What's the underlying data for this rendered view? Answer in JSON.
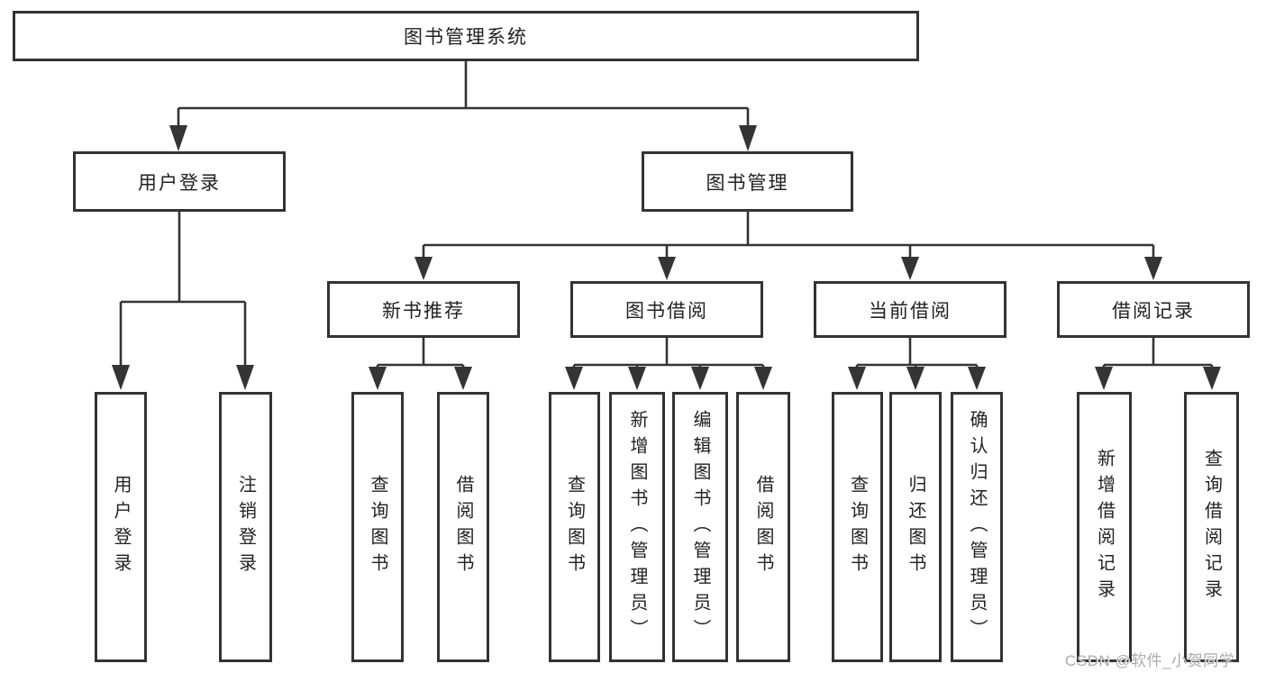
{
  "diagram": {
    "type": "hierarchy-tree",
    "orientation": "top-down",
    "colors": {
      "line": "#343434",
      "box_border": "#333333",
      "box_fill": "#ffffff",
      "text": "#222222",
      "watermark": "#ababab",
      "background": "#ffffff"
    },
    "tree": {
      "root": {
        "label": "图书管理系统",
        "children": [
          {
            "label": "用户登录",
            "children": [
              {
                "label": "用户登录"
              },
              {
                "label": "注销登录"
              }
            ]
          },
          {
            "label": "图书管理",
            "children": [
              {
                "label": "新书推荐",
                "children": [
                  {
                    "label": "查询图书"
                  },
                  {
                    "label": "借阅图书"
                  }
                ]
              },
              {
                "label": "图书借阅",
                "children": [
                  {
                    "label": "查询图书"
                  },
                  {
                    "label": "新增图书（管理员）"
                  },
                  {
                    "label": "编辑图书（管理员）"
                  },
                  {
                    "label": "借阅图书"
                  }
                ]
              },
              {
                "label": "当前借阅",
                "children": [
                  {
                    "label": "查询图书"
                  },
                  {
                    "label": "归还图书"
                  },
                  {
                    "label": "确认归还（管理员）"
                  }
                ]
              },
              {
                "label": "借阅记录",
                "children": [
                  {
                    "label": "新增借阅记录"
                  },
                  {
                    "label": "查询借阅记录"
                  }
                ]
              }
            ]
          }
        ]
      }
    }
  },
  "watermark": {
    "text": "CSDN @软件_小贺同学"
  }
}
